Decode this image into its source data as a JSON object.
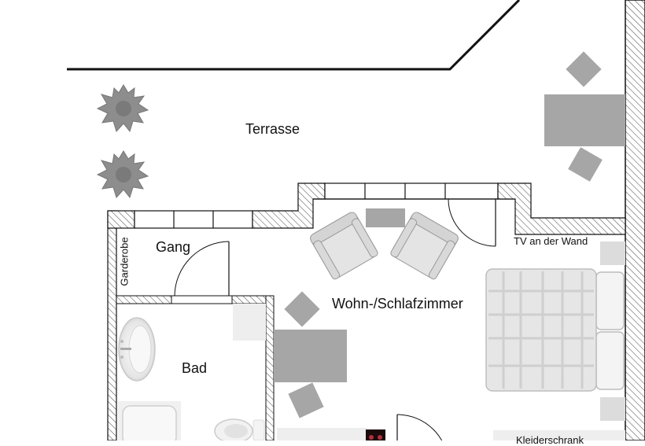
{
  "plan": {
    "type": "floor plan",
    "colors": {
      "wall_line": "#1a1a1a",
      "hatch": "#555555",
      "furniture_gray": "#a6a6a6",
      "upholstery": "#e2e2e2",
      "background": "#ffffff"
    },
    "rooms": [
      {
        "id": "terrace",
        "label": "Terrasse"
      },
      {
        "id": "hallway",
        "label": "Gang"
      },
      {
        "id": "wardrobe",
        "label": "Garderobe"
      },
      {
        "id": "living-bedroom",
        "label": "Wohn-/Schlafzimmer"
      },
      {
        "id": "bathroom",
        "label": "Bad"
      }
    ],
    "annotations": {
      "tv": "TV an der Wand",
      "closet_partial": "Kleiderschrank"
    },
    "furniture": [
      "plant",
      "plant",
      "terrace-table",
      "terrace-chair",
      "terrace-chair",
      "armchair",
      "armchair",
      "coffee-table",
      "dining-table",
      "dining-chair",
      "dining-chair",
      "double-bed",
      "pillow",
      "pillow",
      "nightstand",
      "nightstand",
      "sink",
      "bathtub",
      "toilet",
      "fireplace"
    ]
  }
}
